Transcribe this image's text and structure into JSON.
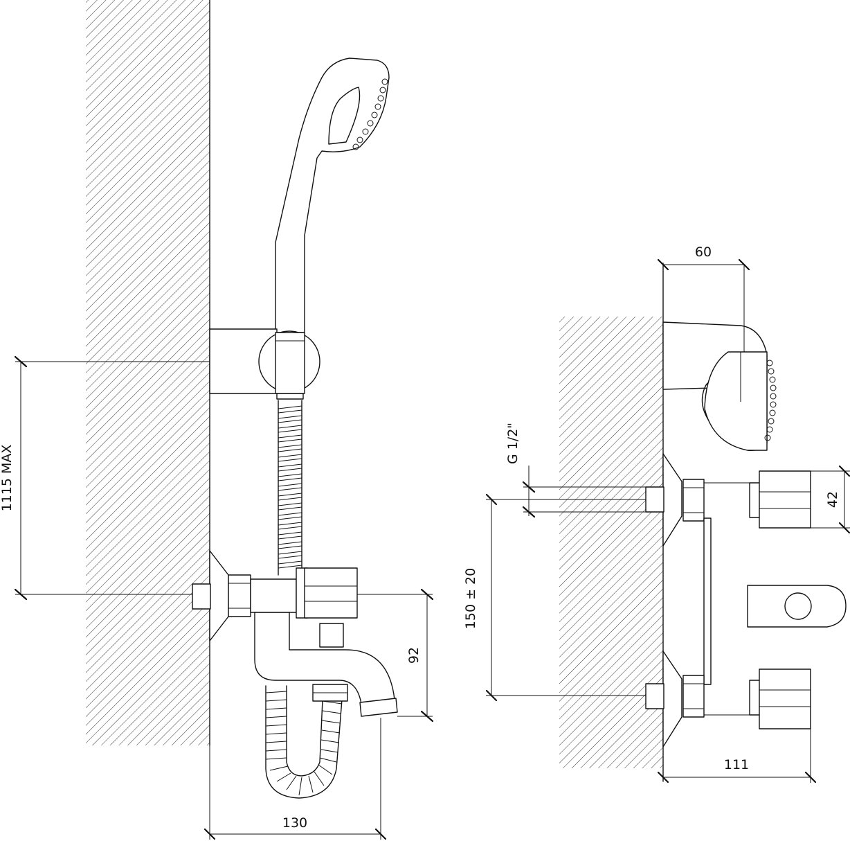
{
  "dimensions": {
    "max_height": "1115 MAX",
    "outlet_height": "92",
    "projection_left": "130",
    "depth_top": "60",
    "thread": "G 1/2\"",
    "knob_size": "42",
    "center_distance": "150 ± 20",
    "projection_right": "111"
  }
}
